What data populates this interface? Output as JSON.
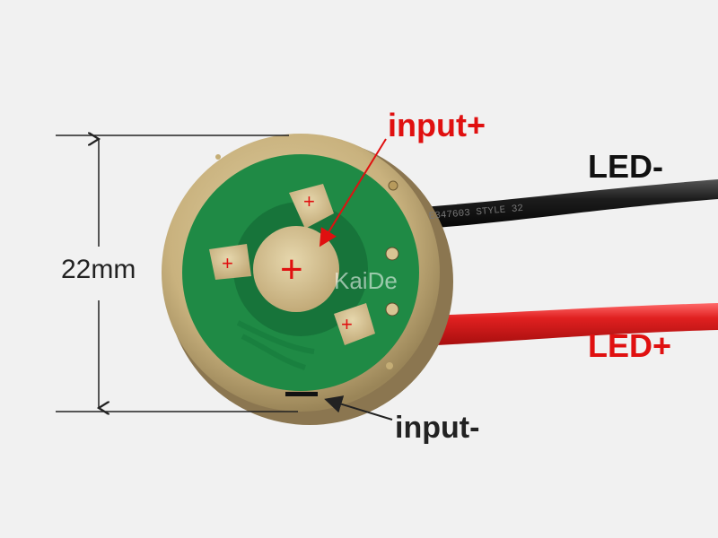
{
  "labels": {
    "dimension": "22mm",
    "input_plus": "input+",
    "input_minus": "input-",
    "led_minus": "LED-",
    "led_plus": "LED+",
    "pad_plus": "+",
    "center_plus": "+",
    "watermark": "KaiDe",
    "wire_print": "E347603 STYLE 32"
  },
  "colors": {
    "background": "#f1f1f1",
    "pcb_green": "#1f8a45",
    "gold_ring": "#cdb88a",
    "red_wire": "#d51a1a",
    "black_wire": "#1a1a1a",
    "label_red": "#e01010"
  }
}
